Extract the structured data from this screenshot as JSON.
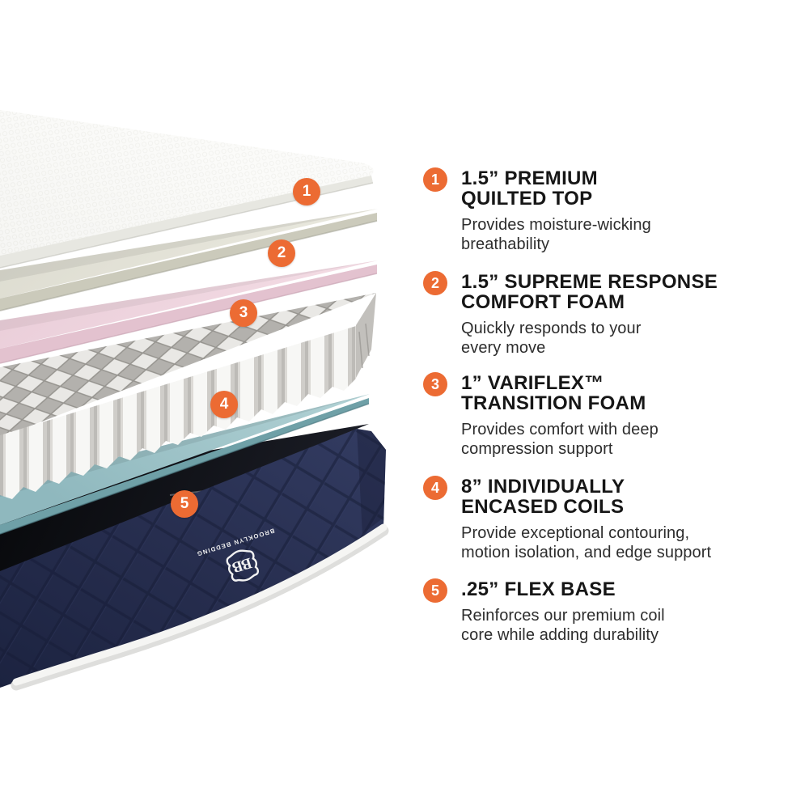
{
  "brand": {
    "monogram": "BB",
    "name": "BROOKLYN BEDDING"
  },
  "colors": {
    "accent_orange": "#EC6B33",
    "quilted_top_white": "#FBFBF9",
    "comfort_foam_cream": "#E2E1D5",
    "transition_foam_pink": "#EED7E0",
    "coils_white": "#F3F2F0",
    "coil_side_gray": "#C2C0BC",
    "flex_base_teal": "#9CC4C9",
    "base_top_black": "#111218",
    "base_navy": "#272E4F",
    "piping_white": "#F5F5F3",
    "heading_text": "#161616",
    "body_text": "#2D2D2D"
  },
  "diagram": {
    "markers": [
      {
        "label": "1"
      },
      {
        "label": "2"
      },
      {
        "label": "3"
      },
      {
        "label": "4"
      },
      {
        "label": "5"
      }
    ]
  },
  "legend": {
    "items": [
      {
        "number": "1",
        "title_lines": [
          "1.5” PREMIUM",
          "QUILTED TOP"
        ],
        "description_lines": [
          "Provides moisture-wicking",
          "breathability"
        ]
      },
      {
        "number": "2",
        "title_lines": [
          "1.5” SUPREME RESPONSE",
          "COMFORT FOAM"
        ],
        "description_lines": [
          "Quickly responds to your",
          "every move"
        ]
      },
      {
        "number": "3",
        "title_lines": [
          "1” VARIFLEX™",
          "TRANSITION FOAM"
        ],
        "description_lines": [
          "Provides comfort with deep",
          "compression support"
        ]
      },
      {
        "number": "4",
        "title_lines": [
          "8” INDIVIDUALLY",
          "ENCASED COILS"
        ],
        "description_lines": [
          "Provide exceptional contouring,",
          "motion isolation, and edge support"
        ]
      },
      {
        "number": "5",
        "title_lines": [
          ".25” FLEX BASE"
        ],
        "description_lines": [
          "Reinforces our premium coil",
          "core while adding durability"
        ]
      }
    ]
  }
}
